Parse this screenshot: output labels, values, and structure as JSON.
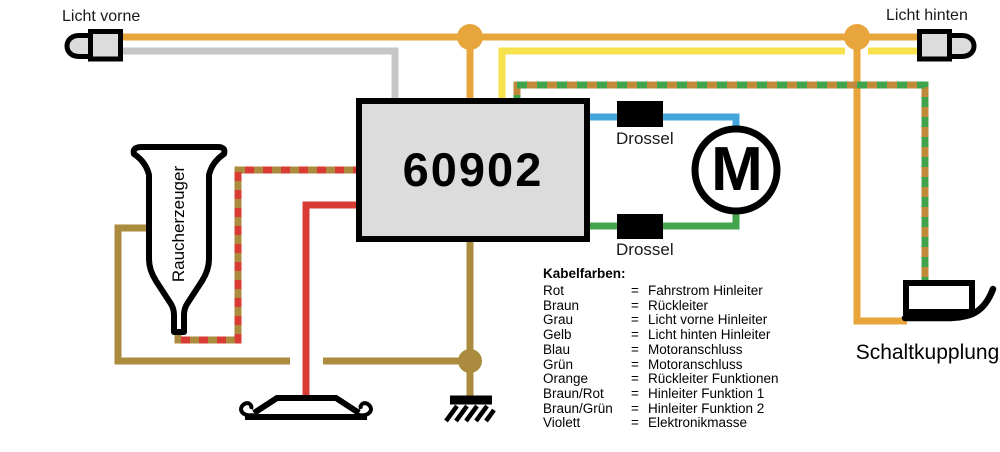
{
  "labels": {
    "licht_vorne": "Licht vorne",
    "licht_hinten": "Licht hinten",
    "raucherzeuger": "Raucherzeuger",
    "decoder": "60902",
    "drossel_top": "Drossel",
    "drossel_bottom": "Drossel",
    "motor": "M",
    "schaltkupplung": "Schaltkupplung"
  },
  "legend": {
    "title": "Kabelfarben:",
    "eq": "=",
    "rows": [
      {
        "name": "Rot",
        "desc": "Fahrstrom Hinleiter"
      },
      {
        "name": "Braun",
        "desc": "Rückleiter"
      },
      {
        "name": "Grau",
        "desc": "Licht vorne Hinleiter"
      },
      {
        "name": "Gelb",
        "desc": "Licht hinten Hinleiter"
      },
      {
        "name": "Blau",
        "desc": "Motoranschluss"
      },
      {
        "name": "Grün",
        "desc": "Motoranschluss"
      },
      {
        "name": "Orange",
        "desc": "Rückleiter Funktionen"
      },
      {
        "name": "Braun/Rot",
        "desc": "Hinleiter Funktion 1"
      },
      {
        "name": "Braun/Grün",
        "desc": "Hinleiter Funktion 2"
      },
      {
        "name": "Violett",
        "desc": "Elektronikmasse"
      }
    ]
  },
  "colors": {
    "orange": "#E8A53C",
    "yellow": "#F6E14D",
    "gray": "#C6C6C6",
    "brown": "#AB8B3D",
    "red": "#D93B35",
    "blue": "#44A5DC",
    "green": "#43A44C",
    "braun_rot_base": "#AB8B3D",
    "braun_rot_dash": "#D93B35",
    "braun_gruen_base": "#C18A3B",
    "braun_gruen_dash": "#3FA34B",
    "component_fill": "#DCDCDC"
  }
}
